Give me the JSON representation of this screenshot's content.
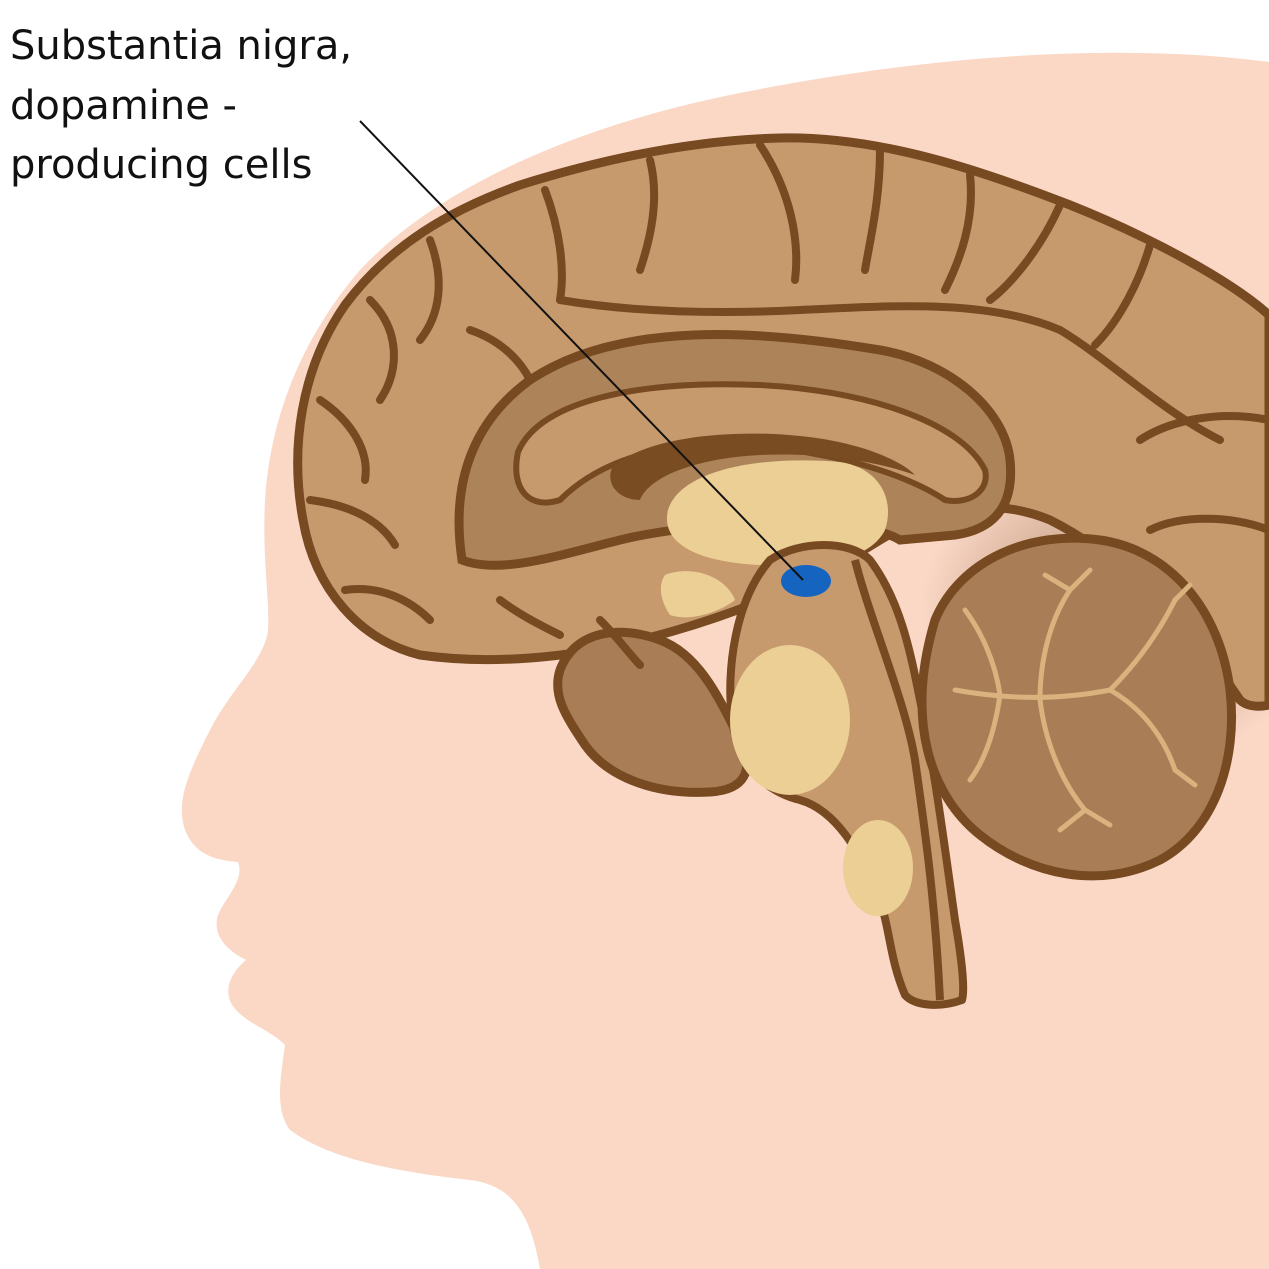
{
  "annotation": {
    "label_lines": [
      "Substantia nigra,",
      "dopamine -",
      "producing cells"
    ]
  },
  "colors": {
    "skin": "#fbd8c6",
    "brain": "#c69a6d",
    "brain_outline": "#774a22",
    "inner_region": "#ad8459",
    "pale_structures": "#eccf95",
    "cerebellum": "#a97d55",
    "substantia_nigra": "#1565c0",
    "leader_line": "#111111"
  }
}
